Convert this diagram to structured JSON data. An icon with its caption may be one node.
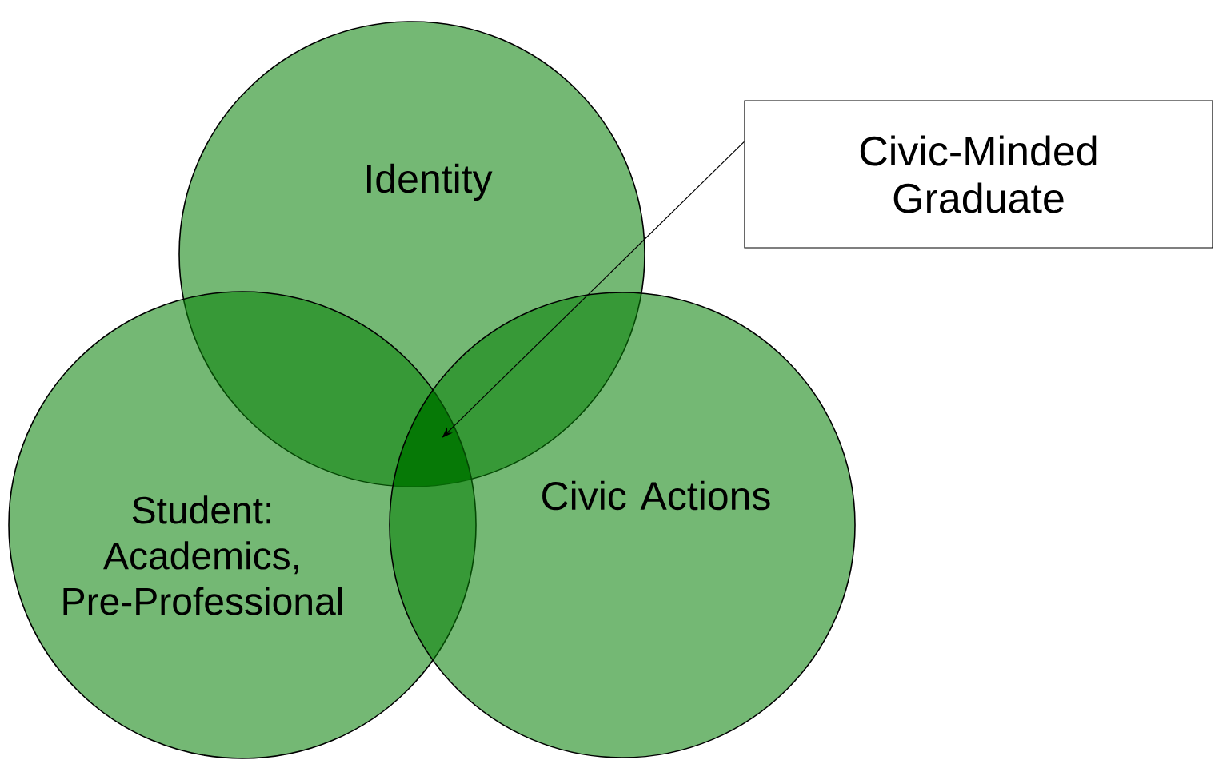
{
  "diagram": {
    "nodes": [
      {
        "text": [
          "Identity"
        ]
      },
      {
        "text": [
          "Student: Academics, Pre-Professional"
        ]
      },
      {
        "text": [
          "Civic Actions"
        ]
      },
      {
        "text": [
          "Civic-Minded Graduate"
        ]
      },
      {
        "text": [],
        "shape": "region"
      }
    ],
    "edges": [
      {
        "from": 3,
        "to": 4,
        "arrow": "to"
      }
    ]
  }
}
